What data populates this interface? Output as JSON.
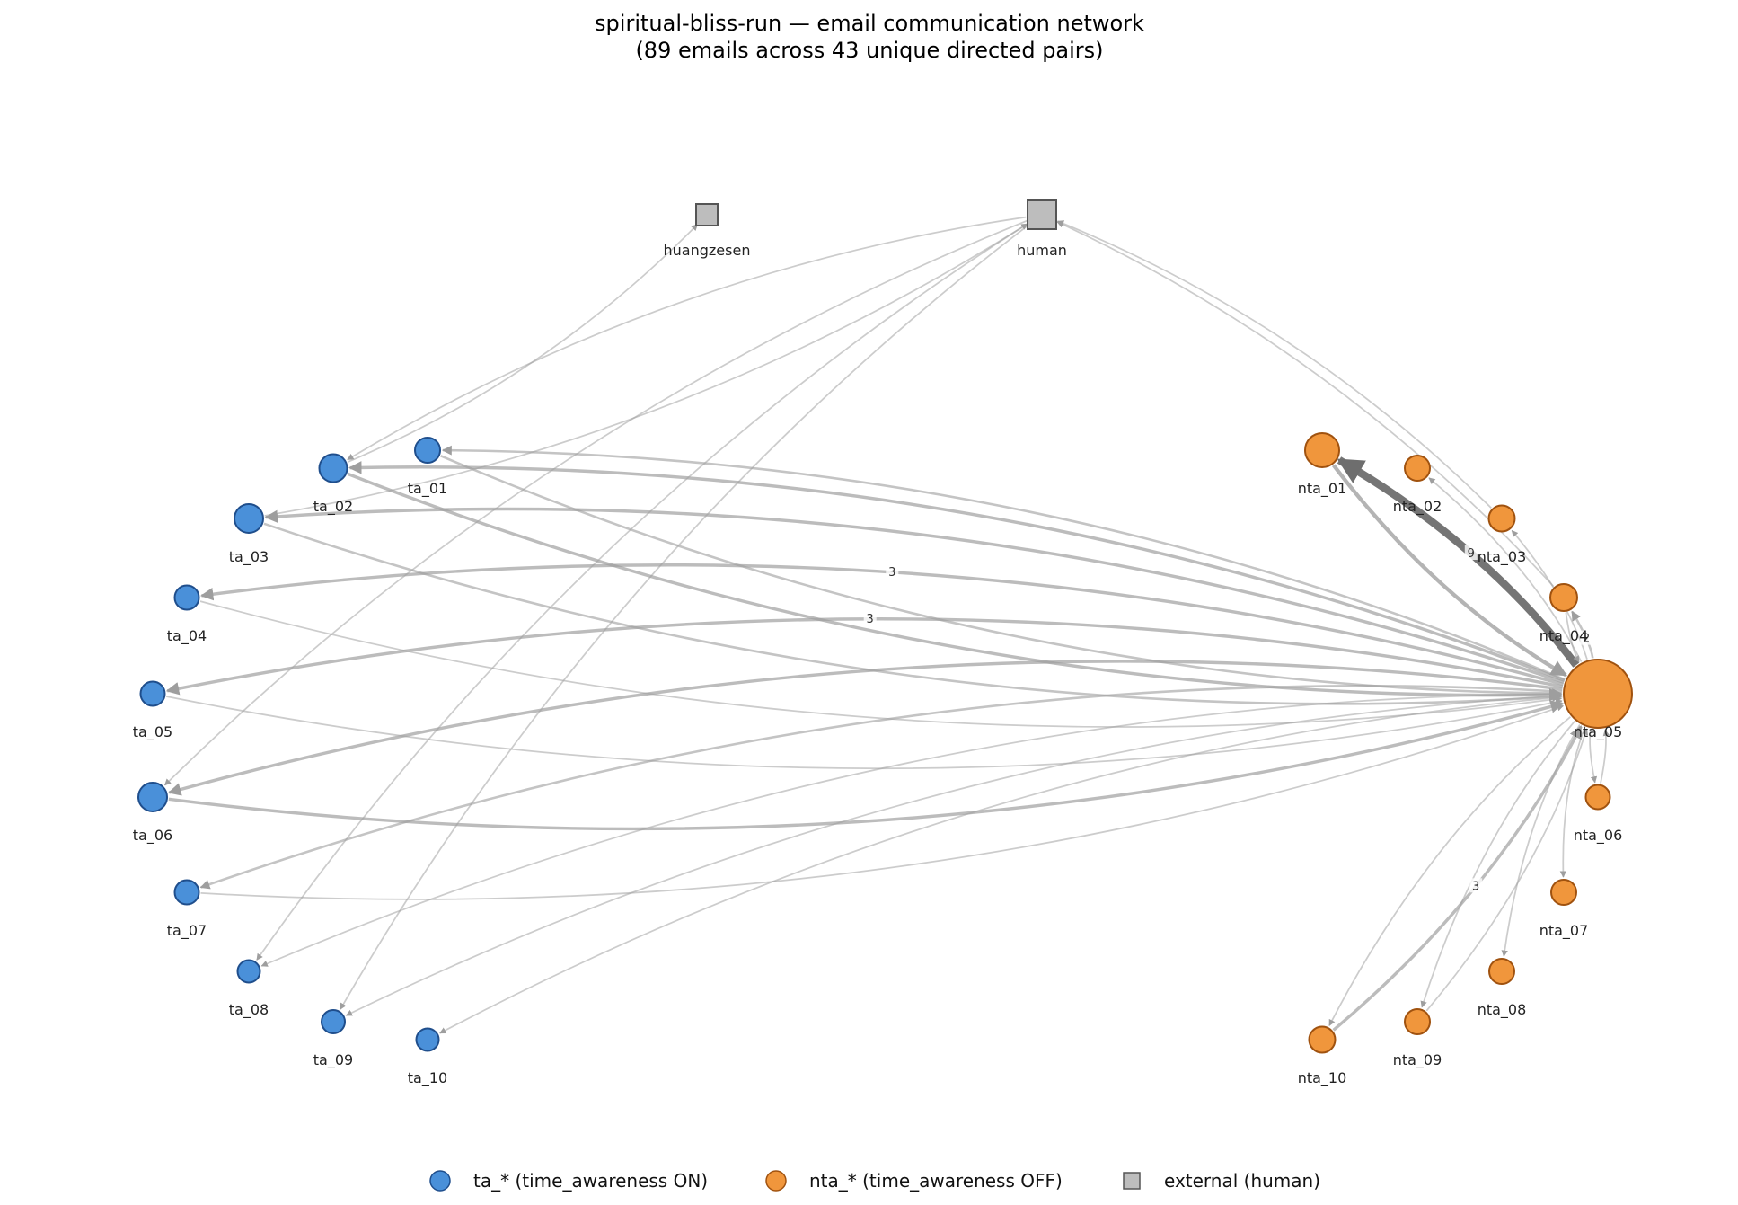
{
  "title": {
    "line1": "spiritual-bliss-run — email communication network",
    "line2": "(89 emails across 43 unique directed pairs)"
  },
  "colors": {
    "ta_fill": "#4a90d9",
    "ta_stroke": "#1f4e8c",
    "nta_fill": "#f0963c",
    "nta_stroke": "#a0520f",
    "ext_fill": "#bdbdbd",
    "ext_stroke": "#555555",
    "edge": "#9e9e9e",
    "edge_heavy": "#6e6e6e"
  },
  "legend": {
    "ta": "ta_* (time_awareness ON)",
    "nta": "nta_* (time_awareness OFF)",
    "ext": "external (human)"
  },
  "nodes": [
    {
      "id": "huangzesen",
      "label": "huangzesen",
      "group": "external"
    },
    {
      "id": "human",
      "label": "human",
      "group": "external"
    },
    {
      "id": "ta_01",
      "label": "ta_01",
      "group": "ta"
    },
    {
      "id": "ta_02",
      "label": "ta_02",
      "group": "ta"
    },
    {
      "id": "ta_03",
      "label": "ta_03",
      "group": "ta"
    },
    {
      "id": "ta_04",
      "label": "ta_04",
      "group": "ta"
    },
    {
      "id": "ta_05",
      "label": "ta_05",
      "group": "ta"
    },
    {
      "id": "ta_06",
      "label": "ta_06",
      "group": "ta"
    },
    {
      "id": "ta_07",
      "label": "ta_07",
      "group": "ta"
    },
    {
      "id": "ta_08",
      "label": "ta_08",
      "group": "ta"
    },
    {
      "id": "ta_09",
      "label": "ta_09",
      "group": "ta"
    },
    {
      "id": "ta_10",
      "label": "ta_10",
      "group": "ta"
    },
    {
      "id": "nta_01",
      "label": "nta_01",
      "group": "nta"
    },
    {
      "id": "nta_02",
      "label": "nta_02",
      "group": "nta"
    },
    {
      "id": "nta_03",
      "label": "nta_03",
      "group": "nta"
    },
    {
      "id": "nta_04",
      "label": "nta_04",
      "group": "nta"
    },
    {
      "id": "nta_05",
      "label": "nta_05",
      "group": "nta"
    },
    {
      "id": "nta_06",
      "label": "nta_06",
      "group": "nta"
    },
    {
      "id": "nta_07",
      "label": "nta_07",
      "group": "nta"
    },
    {
      "id": "nta_08",
      "label": "nta_08",
      "group": "nta"
    },
    {
      "id": "nta_09",
      "label": "nta_09",
      "group": "nta"
    },
    {
      "id": "nta_10",
      "label": "nta_10",
      "group": "nta"
    }
  ],
  "edges": [
    {
      "from": "nta_05",
      "to": "nta_01",
      "weight": 9,
      "label": "9"
    },
    {
      "from": "nta_01",
      "to": "nta_05",
      "weight": 4
    },
    {
      "from": "nta_05",
      "to": "nta_02",
      "weight": 1
    },
    {
      "from": "nta_05",
      "to": "nta_03",
      "weight": 1
    },
    {
      "from": "nta_05",
      "to": "nta_04",
      "weight": 2,
      "label": "2"
    },
    {
      "from": "nta_04",
      "to": "nta_05",
      "weight": 1
    },
    {
      "from": "nta_05",
      "to": "nta_06",
      "weight": 1
    },
    {
      "from": "nta_06",
      "to": "nta_05",
      "weight": 1
    },
    {
      "from": "nta_05",
      "to": "nta_07",
      "weight": 1
    },
    {
      "from": "nta_05",
      "to": "nta_08",
      "weight": 1
    },
    {
      "from": "nta_05",
      "to": "nta_09",
      "weight": 1
    },
    {
      "from": "nta_09",
      "to": "nta_05",
      "weight": 1
    },
    {
      "from": "nta_05",
      "to": "nta_10",
      "weight": 1
    },
    {
      "from": "nta_10",
      "to": "nta_05",
      "weight": 3,
      "label": "3"
    },
    {
      "from": "nta_03",
      "to": "human",
      "weight": 1
    },
    {
      "from": "nta_04",
      "to": "human",
      "weight": 1
    },
    {
      "from": "nta_05",
      "to": "ta_01",
      "weight": 2
    },
    {
      "from": "nta_05",
      "to": "ta_02",
      "weight": 3
    },
    {
      "from": "ta_02",
      "to": "nta_05",
      "weight": 3
    },
    {
      "from": "nta_05",
      "to": "ta_03",
      "weight": 3
    },
    {
      "from": "ta_03",
      "to": "nta_05",
      "weight": 2
    },
    {
      "from": "ta_01",
      "to": "nta_05",
      "weight": 2
    },
    {
      "from": "nta_05",
      "to": "ta_04",
      "weight": 3,
      "label": "3"
    },
    {
      "from": "ta_04",
      "to": "nta_05",
      "weight": 1
    },
    {
      "from": "nta_05",
      "to": "ta_05",
      "weight": 3,
      "label": "3"
    },
    {
      "from": "ta_05",
      "to": "nta_05",
      "weight": 1
    },
    {
      "from": "nta_05",
      "to": "ta_06",
      "weight": 3
    },
    {
      "from": "ta_06",
      "to": "nta_05",
      "weight": 3
    },
    {
      "from": "nta_05",
      "to": "ta_07",
      "weight": 2
    },
    {
      "from": "ta_07",
      "to": "nta_05",
      "weight": 1
    },
    {
      "from": "nta_05",
      "to": "ta_08",
      "weight": 1
    },
    {
      "from": "nta_05",
      "to": "ta_09",
      "weight": 1
    },
    {
      "from": "nta_05",
      "to": "ta_10",
      "weight": 1
    },
    {
      "from": "ta_02",
      "to": "huangzesen",
      "weight": 1
    },
    {
      "from": "ta_03",
      "to": "human",
      "weight": 1
    },
    {
      "from": "human",
      "to": "ta_02",
      "weight": 1
    },
    {
      "from": "human",
      "to": "ta_06",
      "weight": 1
    },
    {
      "from": "human",
      "to": "ta_08",
      "weight": 1
    },
    {
      "from": "human",
      "to": "ta_09",
      "weight": 1
    }
  ]
}
